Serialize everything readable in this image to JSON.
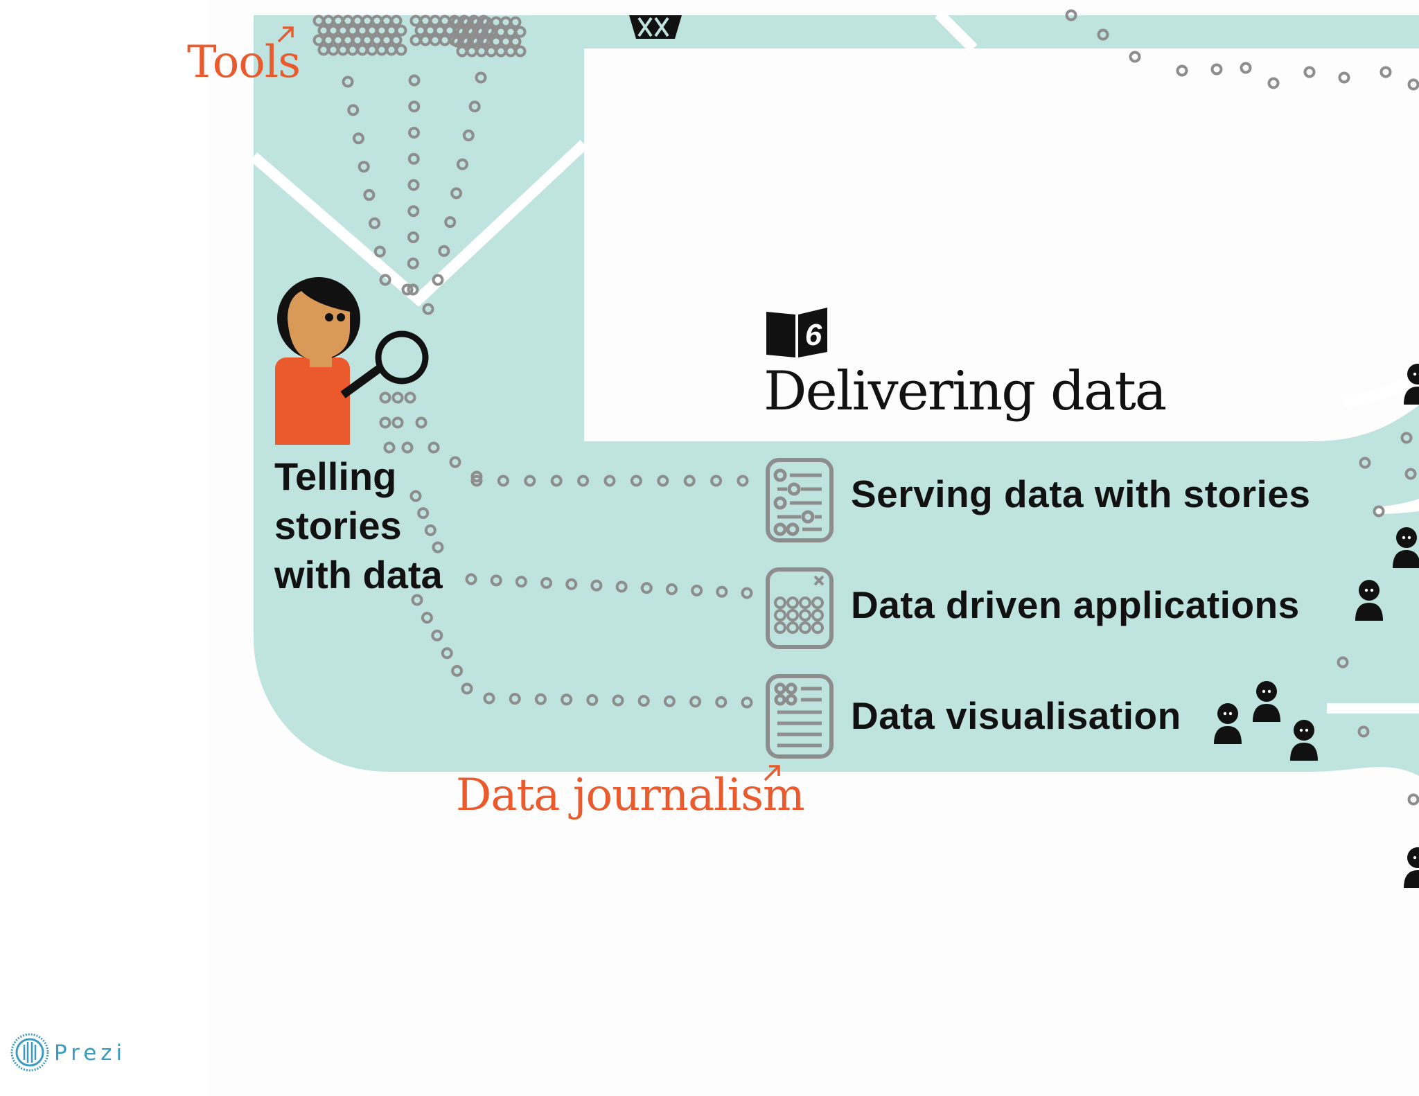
{
  "labels": {
    "tools": "Tools",
    "data_journalism": "Data journalism",
    "chapter_number": "6",
    "chapter_title": "Delivering data",
    "section_title_lines": [
      "Telling",
      "stories",
      "with data"
    ],
    "items": [
      "Serving data with stories",
      "Data driven applications",
      "Data visualisation"
    ]
  },
  "brand": {
    "logo_text": "Prezi"
  },
  "colors": {
    "path_teal": "#bfe3df",
    "accent_orange": "#ea5a2d",
    "dot_gray": "#8d8d8d",
    "icon_black": "#111111",
    "skin": "#d99a58",
    "prezi_blue": "#3a9bc2"
  },
  "icons": [
    "arrow-up-right-icon",
    "book-icon",
    "paper-list-icon",
    "calculator-icon",
    "person-icon",
    "magnifier-icon",
    "basket-icon",
    "prezi-logo-icon"
  ]
}
